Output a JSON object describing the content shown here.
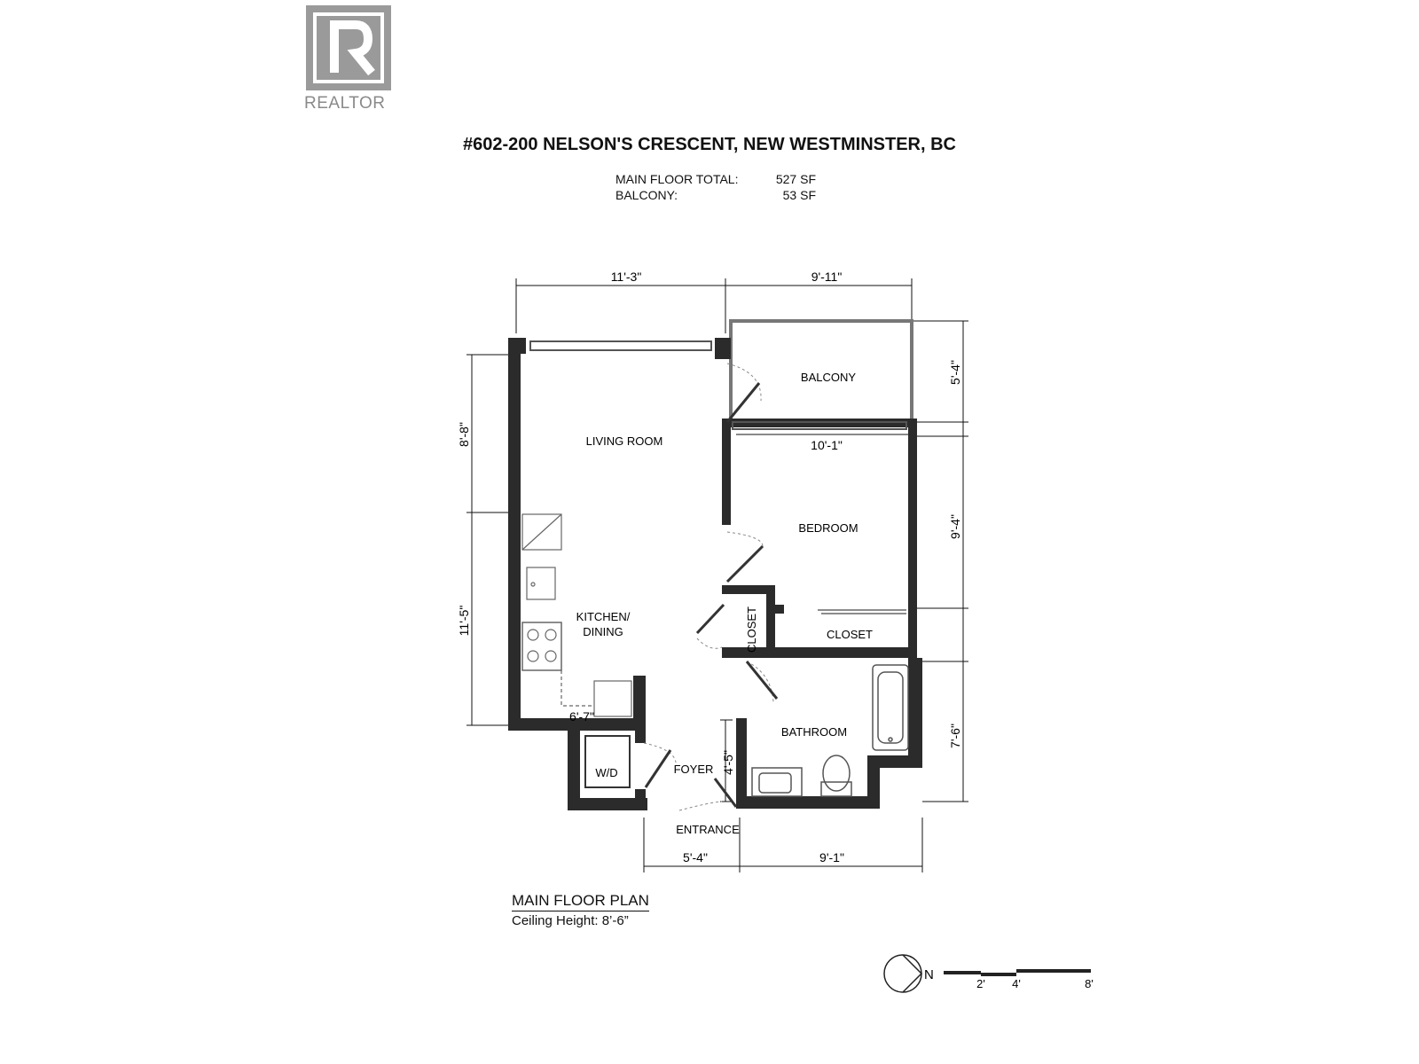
{
  "logo": {
    "text": "REALTOR"
  },
  "header": {
    "address": "#602-200 NELSON'S CRESCENT, NEW WESTMINSTER, BC",
    "areas": [
      {
        "label": "MAIN FLOOR TOTAL:",
        "value": "527 SF"
      },
      {
        "label": "BALCONY:",
        "value": "53 SF"
      }
    ]
  },
  "rooms": {
    "balcony": "BALCONY",
    "living": "LIVING ROOM",
    "bedroom": "BEDROOM",
    "kitchen_line1": "KITCHEN/",
    "kitchen_line2": "DINING",
    "closet_v": "CLOSET",
    "closet_h": "CLOSET",
    "bathroom": "BATHROOM",
    "foyer": "FOYER",
    "wd": "W/D",
    "entrance": "ENTRANCE"
  },
  "dimensions": {
    "top_left": "11'-3\"",
    "top_right": "9'-11\"",
    "balcony_depth": "5'-4\"",
    "bedroom_width": "10'-1\"",
    "bedroom_depth": "9'-4\"",
    "left_upper": "8'-8\"",
    "left_lower": "11'-5\"",
    "kitchen_width": "6'-7\"",
    "foyer_depth": "4'-5\"",
    "bath_depth": "7'-6\"",
    "bottom_left": "5'-4\"",
    "bottom_right": "9'-1\""
  },
  "plan_label": {
    "title": "MAIN FLOOR PLAN",
    "ceiling": "Ceiling Height: 8’-6”"
  },
  "compass": {
    "label": "N"
  },
  "scale": {
    "ticks": [
      "2'",
      "4'",
      "8'"
    ]
  },
  "colors": {
    "wall": "#2b2b2b",
    "logo": "#9a9a9a"
  }
}
